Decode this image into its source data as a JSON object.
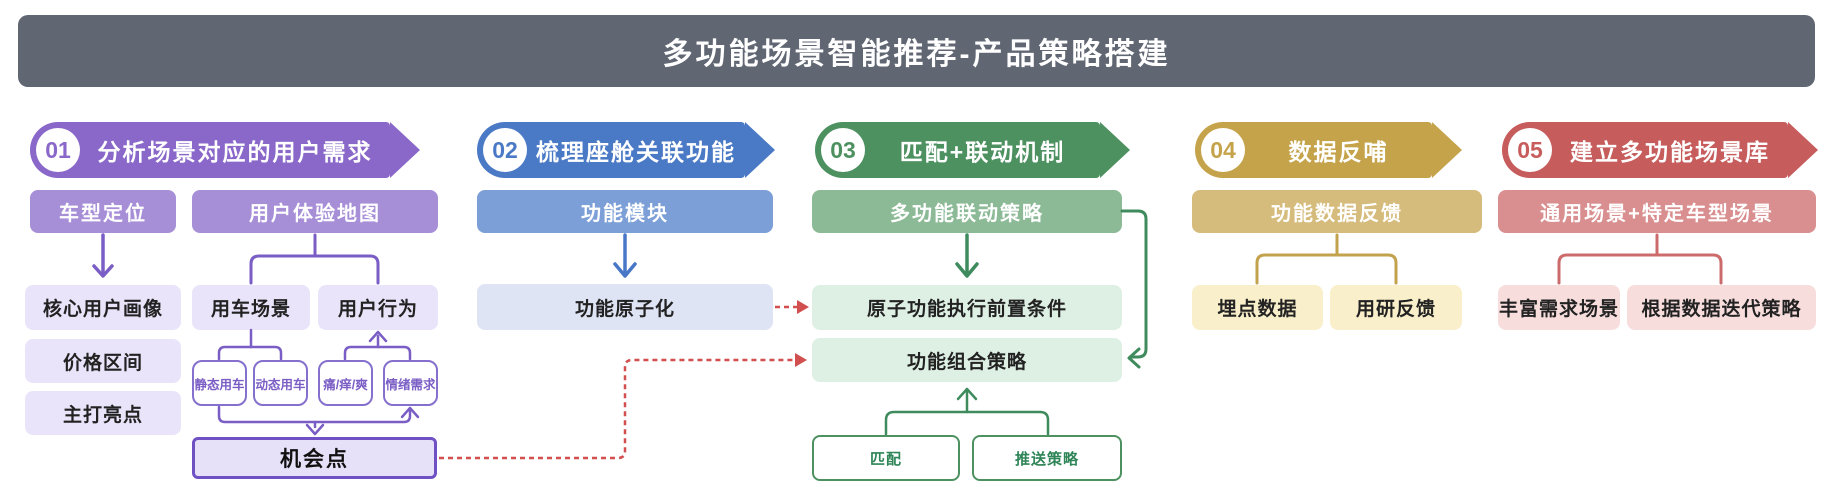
{
  "header": {
    "title": "多功能场景智能推荐-产品策略搭建"
  },
  "steps": [
    {
      "num": "01",
      "title": "分析场景对应的用户需求",
      "color": "#8a68c9"
    },
    {
      "num": "02",
      "title": "梳理座舱关联功能",
      "color": "#4a79c6"
    },
    {
      "num": "03",
      "title": "匹配+联动机制",
      "color": "#4e9161"
    },
    {
      "num": "04",
      "title": "数据反哺",
      "color": "#c5a34a"
    },
    {
      "num": "05",
      "title": "建立多功能场景库",
      "color": "#c75c5c"
    }
  ],
  "step1": {
    "vehicle_positioning": "车型定位",
    "experience_map": "用户体验地图",
    "core_user_profile": "核心用户画像",
    "price_range": "价格区间",
    "key_highlights": "主打亮点",
    "usage_scenarios": "用车场景",
    "user_behavior": "用户行为",
    "static_usage": "静态用车",
    "dynamic_usage": "动态用车",
    "pain_itch_delight": "痛/痒/爽",
    "emotional_needs": "情绪需求",
    "opportunity_point": "机会点"
  },
  "step2": {
    "function_module": "功能模块",
    "function_atomization": "功能原子化"
  },
  "step3": {
    "linkage_strategy": "多功能联动策略",
    "precondition": "原子功能执行前置条件",
    "combo_strategy": "功能组合策略",
    "matching": "匹配",
    "push_strategy": "推送策略"
  },
  "step4": {
    "data_feedback": "功能数据反馈",
    "tracking_data": "埋点数据",
    "research_feedback": "用研反馈"
  },
  "step5": {
    "scene_library": "通用场景+特定车型场景",
    "enrich_scenes": "丰富需求场景",
    "iterate_strategy": "根据数据迭代策略"
  },
  "colors": {
    "header_bg": "#606773",
    "purple": "#8a68c9",
    "purple_mid": "#a78fd8",
    "purple_light": "#e9e4f9",
    "purple_line": "#7a5ec5",
    "blue": "#4a79c6",
    "blue_mid": "#7b9fd6",
    "blue_light": "#dfe4f5",
    "green": "#4e9161",
    "green_mid": "#8cba96",
    "green_light": "#def0e4",
    "green_line": "#3f8b5e",
    "gold": "#c5a34a",
    "gold_mid": "#d6bc7c",
    "gold_light": "#faefcb",
    "red": "#c75c5c",
    "red_mid": "#d98f8f",
    "red_light": "#f8dddd",
    "dashed_arrow": "#d24f4f"
  }
}
